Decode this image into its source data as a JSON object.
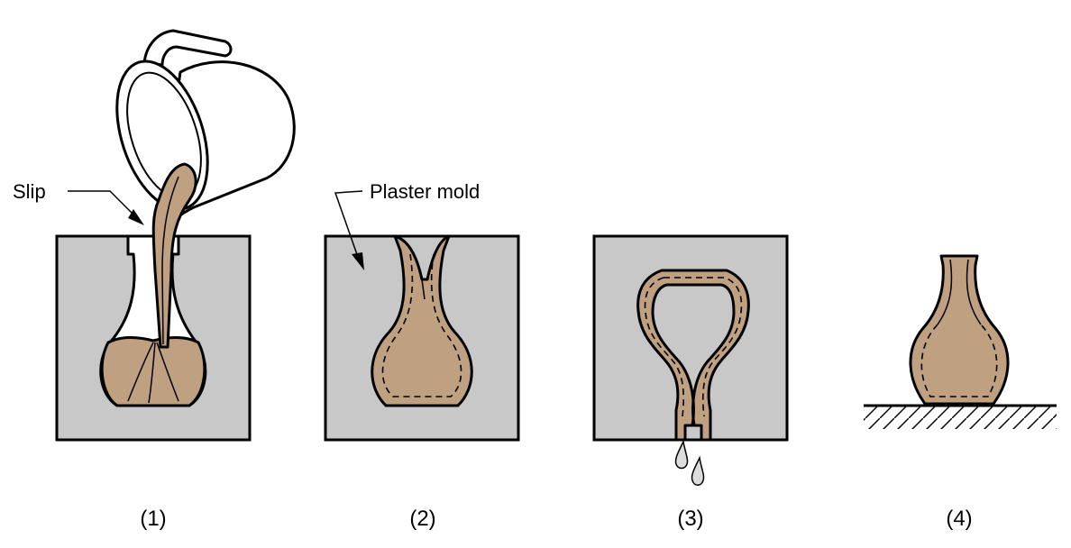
{
  "labels": {
    "slip": "Slip",
    "plaster_mold": "Plaster mold"
  },
  "steps": [
    {
      "label": "(1)"
    },
    {
      "label": "(2)"
    },
    {
      "label": "(3)"
    },
    {
      "label": "(4)"
    }
  ],
  "colors": {
    "mold": "#c8c8c8",
    "slip": "#bfa081",
    "outline": "#000000",
    "background": "#ffffff"
  }
}
